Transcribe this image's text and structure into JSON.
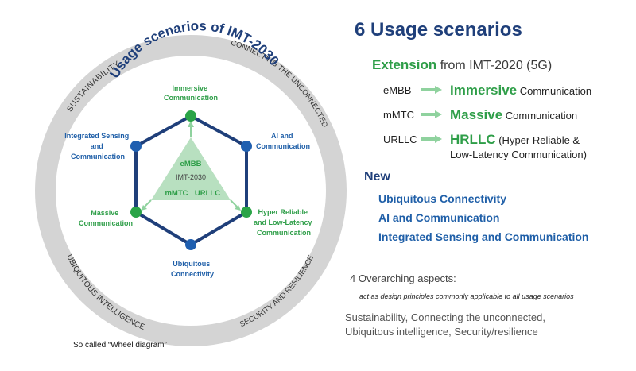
{
  "wheel": {
    "ring_labels": {
      "sustainability": "SUSTAINABILITY",
      "connecting": "CONNECTING THE UNCONNECTED",
      "intelligence": "UBIQUITOUS INTELLIGENCE",
      "security": "SECURITY AND RESILIENCE"
    },
    "title": "Usage scenarios of IMT-2030",
    "core": {
      "embb": "eMBB",
      "imt": "IMT-2030",
      "mmtc": "mMTC",
      "urllc": "URLLC"
    },
    "nodes": {
      "immersive": [
        "Immersive",
        "Communication"
      ],
      "ai": [
        "AI and",
        "Communication"
      ],
      "hrllc": [
        "Hyper Reliable",
        "and Low-Latency",
        "Communication"
      ],
      "ubiquitous": [
        "Ubiquitous",
        "Connectivity"
      ],
      "massive": [
        "Massive",
        "Communication"
      ],
      "sensing": [
        "Integrated Sensing",
        "and",
        "Communication"
      ]
    },
    "caption": "So called “Wheel diagram”"
  },
  "panel": {
    "title": "6 Usage scenarios",
    "extension": {
      "word": "Extension",
      "rest": " from IMT-2020 (5G)"
    },
    "mappings": [
      {
        "old": "eMBB",
        "new": "Immersive",
        "suffix": " Communication"
      },
      {
        "old": "mMTC",
        "new": "Massive",
        "suffix": " Communication"
      },
      {
        "old": "URLLC",
        "new": "HRLLC",
        "suffix": " (Hyper Reliable &",
        "suffix2": "Low-Latency Communication)"
      }
    ],
    "new_heading": "New",
    "new_items": [
      "Ubiquitous Connectivity",
      "AI and Communication",
      "Integrated Sensing and Communication"
    ],
    "overarching": "4 Overarching aspects:",
    "overarching_sub": "act as design principles commonly applicable to all usage scenarios",
    "aspects": [
      "Sustainability, Connecting the unconnected,",
      "Ubiquitous intelligence, Security/resilience"
    ]
  },
  "colors": {
    "ring": "#d4d4d4",
    "navy": "#1f3f7a",
    "green": "#2e9e48",
    "blue_dot": "#1f5fb0",
    "green_dot": "#2aa447",
    "triangle": "#b8e0c0",
    "arrow": "#8fd29e"
  }
}
